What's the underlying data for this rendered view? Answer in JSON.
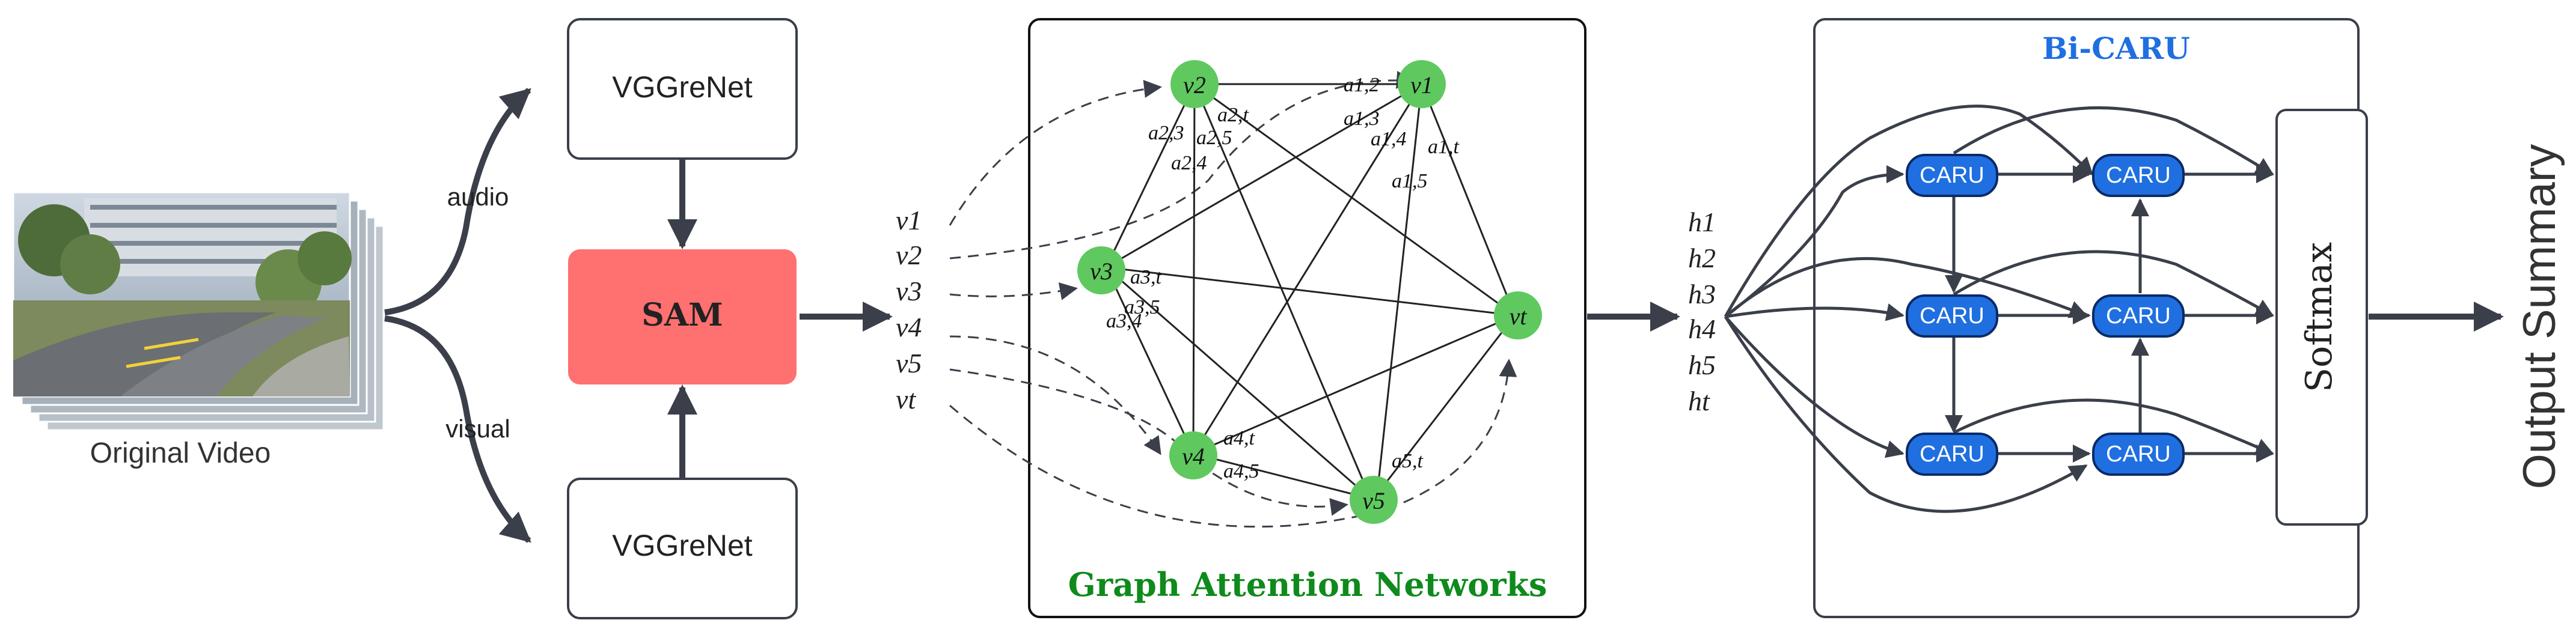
{
  "input": {
    "caption": "Original Video"
  },
  "branches": {
    "audio_label": "audio",
    "visual_label": "visual"
  },
  "extractors": {
    "top": "VGGreNet",
    "bottom": "VGGreNet"
  },
  "sam": {
    "label": "SAM"
  },
  "inputs_v": [
    "v1",
    "v2",
    "v3",
    "v4",
    "v5",
    "vt"
  ],
  "gat": {
    "title": "Graph Attention Networks",
    "nodes": [
      "v2",
      "v1",
      "v3",
      "vt",
      "v4",
      "v5"
    ],
    "edge_labels": [
      "a1,2",
      "a2,t",
      "a1,3",
      "a2,3",
      "a2,5",
      "a1,4",
      "a1,t",
      "a2,4",
      "a1,5",
      "a3,t",
      "a3,5",
      "a3,4",
      "a4,t",
      "a4,5",
      "a5,t"
    ]
  },
  "hidden": [
    "h1",
    "h2",
    "h3",
    "h4",
    "h5",
    "ht"
  ],
  "bicaru": {
    "title": "Bi-CARU",
    "cell_label": "CARU",
    "softmax": "Softmax"
  },
  "output": {
    "label": "Output Summary"
  },
  "colors": {
    "line": "#3a3f4a",
    "sam_fill": "#ff7070",
    "node_fill": "#5fc95f",
    "caru_fill": "#1f6fe0",
    "gat_title": "#0f8a1c",
    "bicaru_title": "#1f6fe0"
  }
}
